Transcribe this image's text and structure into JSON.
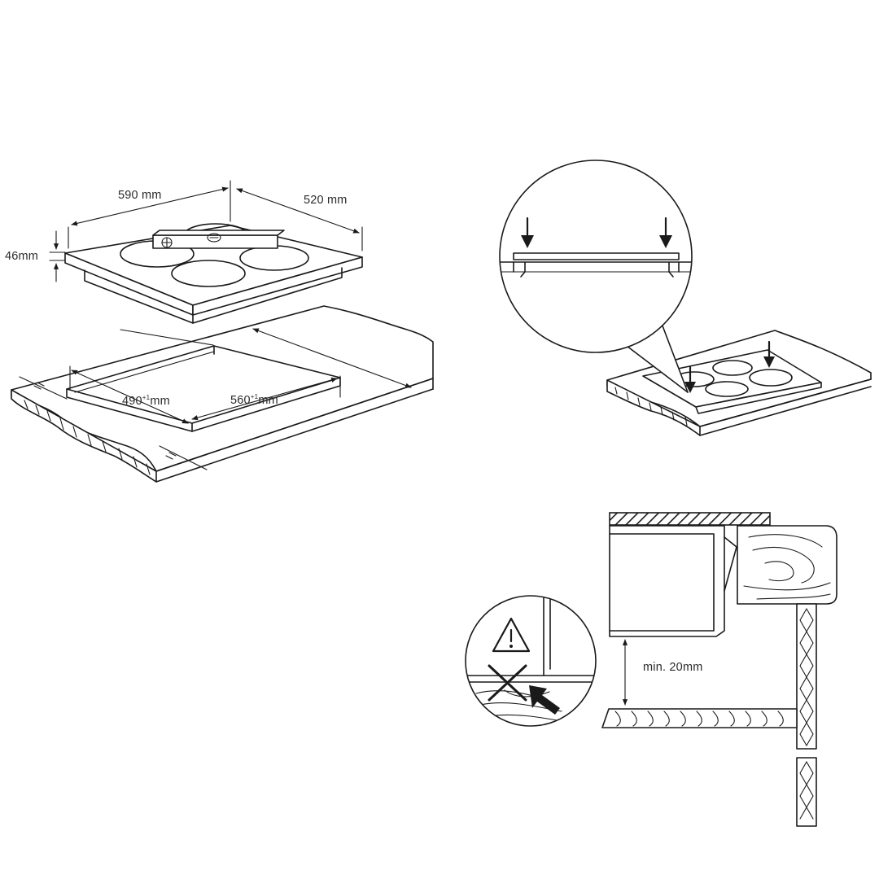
{
  "dimensions": {
    "width_label": "590 mm",
    "depth_label": "520 mm",
    "height_label": "46mm",
    "cutout_depth_base": "490",
    "cutout_depth_sup": "+1",
    "cutout_depth_unit": "mm",
    "cutout_width_base": "560",
    "cutout_width_sup": "+1",
    "cutout_width_unit": "mm"
  },
  "clearance": {
    "label": "min. 20mm"
  },
  "icons": {
    "warning": "warning-triangle-icon",
    "prohibited": "cross-icon",
    "arrow": "arrow-down-icon"
  },
  "colors": {
    "line": "#1a1a1a",
    "background": "#ffffff"
  }
}
